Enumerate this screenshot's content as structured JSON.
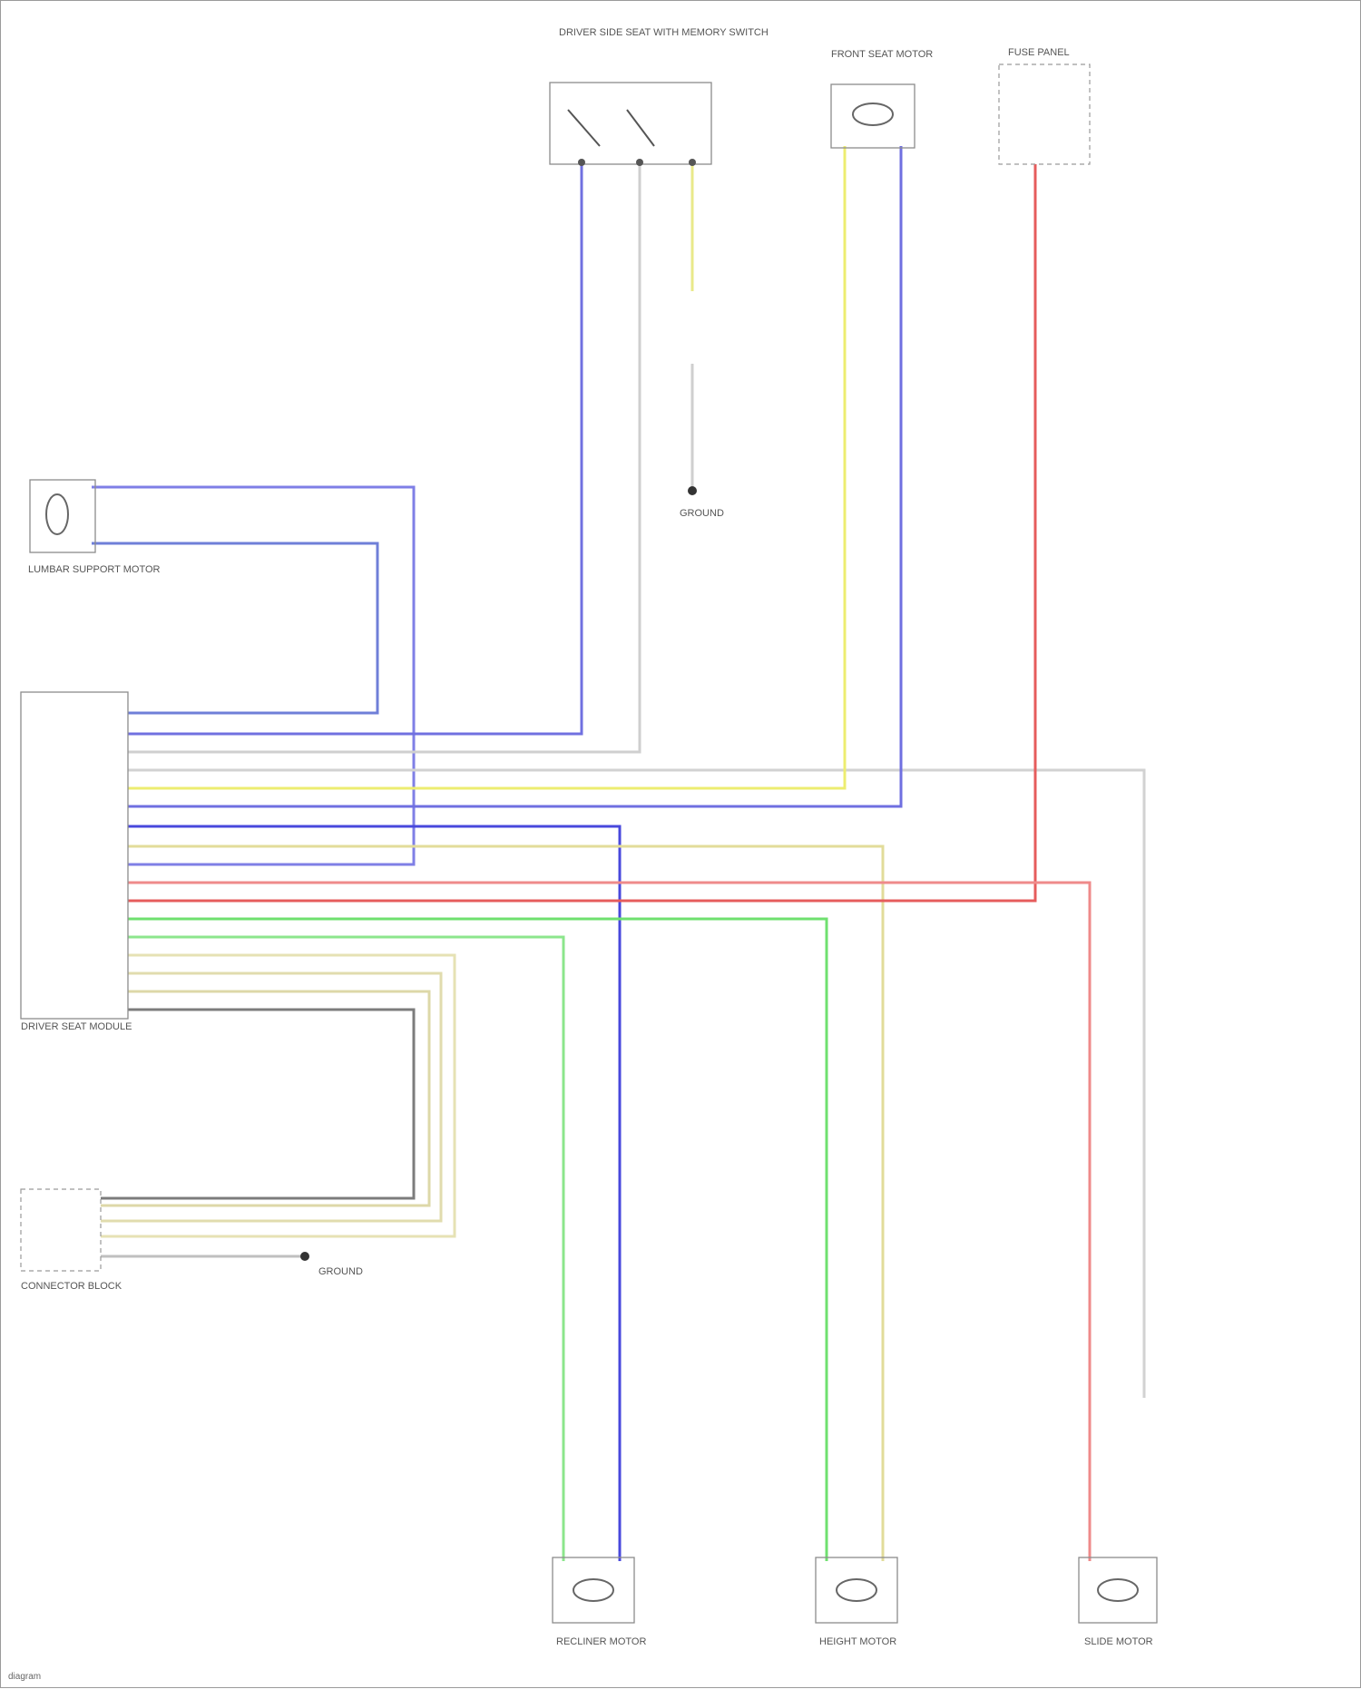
{
  "diagram": {
    "wire_colors": {
      "blue": "#7f7fe6",
      "blue_green": "#6f7fd8",
      "white": "#c8c8c8",
      "yellow": "#eded70",
      "dark_blue": "#4848dc",
      "tan": "#d7d19a",
      "red": "#e65c5c",
      "green": "#6fe06f",
      "gray": "#7c7c7c",
      "beige": "#e6e2b4"
    },
    "components": {
      "mirror_switch": {
        "label": "DRIVER SIDE SEAT WITH MEMORY SWITCH"
      },
      "front_seat_motor": {
        "label": "FRONT SEAT MOTOR"
      },
      "fuse_panel": {
        "label": "FUSE PANEL"
      },
      "lumbar_motor": {
        "label": "LUMBAR SUPPORT MOTOR"
      },
      "memory_module": {
        "label": "DRIVER SEAT MODULE"
      },
      "connector_block": {
        "label": "CONNECTOR BLOCK"
      },
      "motor_recliner": {
        "label": "RECLINER MOTOR"
      },
      "motor_height": {
        "label": "HEIGHT MOTOR"
      },
      "motor_slide": {
        "label": "SLIDE MOTOR"
      }
    },
    "ground_notes": {
      "top": "GROUND",
      "bottom": "GROUND"
    },
    "footer": "diagram"
  }
}
